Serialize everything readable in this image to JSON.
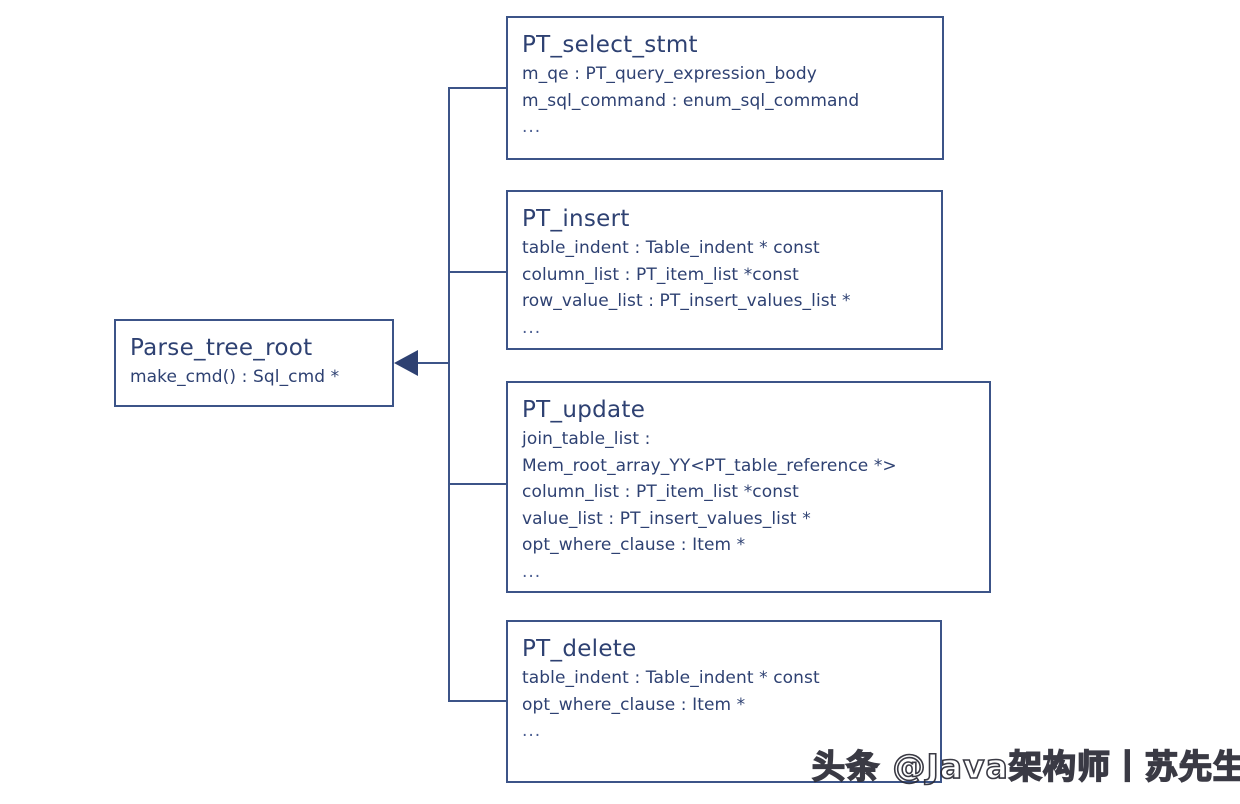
{
  "diagram": {
    "type": "uml-class-diagram",
    "title": "MySQL parse tree node hierarchy",
    "line_color": "#3c5488",
    "text_color": "#2e4172",
    "background": "#ffffff",
    "relationship": "generalization",
    "arrow_direction": "left",
    "root": {
      "name": "Parse_tree_root",
      "members": [
        "make_cmd() : Sql_cmd *"
      ]
    },
    "subclasses": [
      {
        "name": "PT_select_stmt",
        "members": [
          "m_qe : PT_query_expression_body",
          "m_sql_command : enum_sql_command",
          "..."
        ]
      },
      {
        "name": "PT_insert",
        "members": [
          "table_indent : Table_indent * const",
          "column_list : PT_item_list *const",
          "row_value_list : PT_insert_values_list *",
          "..."
        ]
      },
      {
        "name": "PT_update",
        "members": [
          "join_table_list :",
          "Mem_root_array_YY<PT_table_reference *>",
          "column_list : PT_item_list *const",
          "value_list : PT_insert_values_list *",
          "opt_where_clause : Item *",
          "..."
        ]
      },
      {
        "name": "PT_delete",
        "members": [
          "table_indent : Table_indent * const",
          "opt_where_clause : Item *",
          "..."
        ]
      }
    ]
  },
  "watermark": {
    "text": "头条 @Java架构师丨苏先生"
  }
}
